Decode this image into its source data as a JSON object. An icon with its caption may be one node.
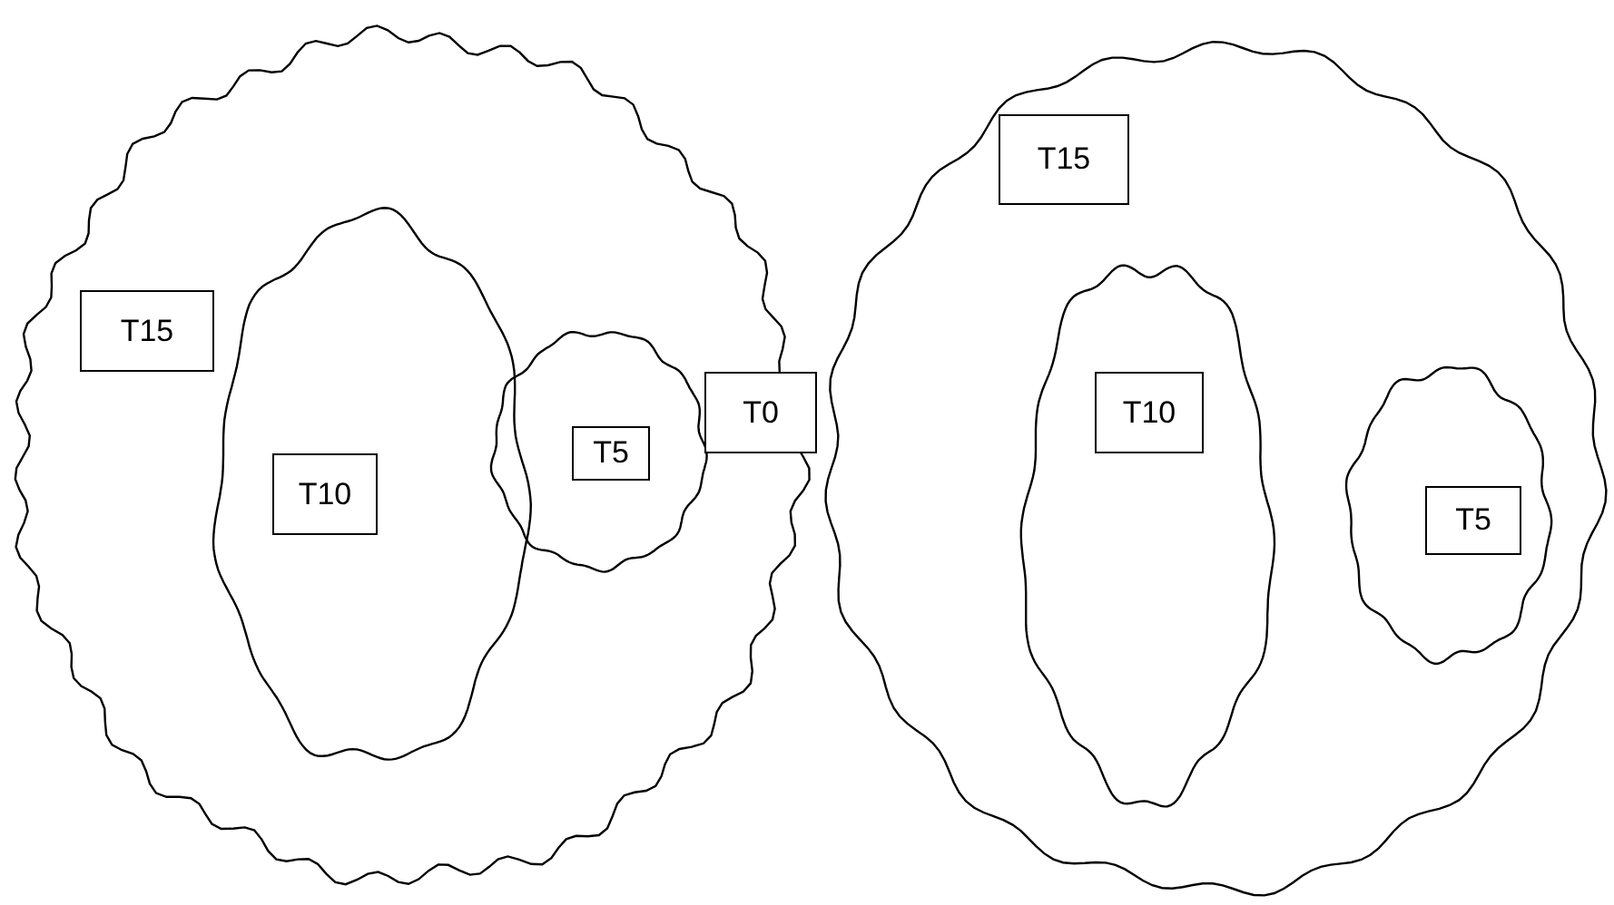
{
  "diagram": {
    "nodes": [
      {
        "text": [
          "T15"
        ]
      },
      {
        "text": [
          "T10"
        ]
      },
      {
        "text": [
          "T5"
        ]
      },
      {
        "text": [
          "T0"
        ]
      },
      {
        "text": [
          "T15"
        ]
      },
      {
        "text": [
          "T10"
        ]
      },
      {
        "text": [
          "T5"
        ]
      }
    ]
  }
}
